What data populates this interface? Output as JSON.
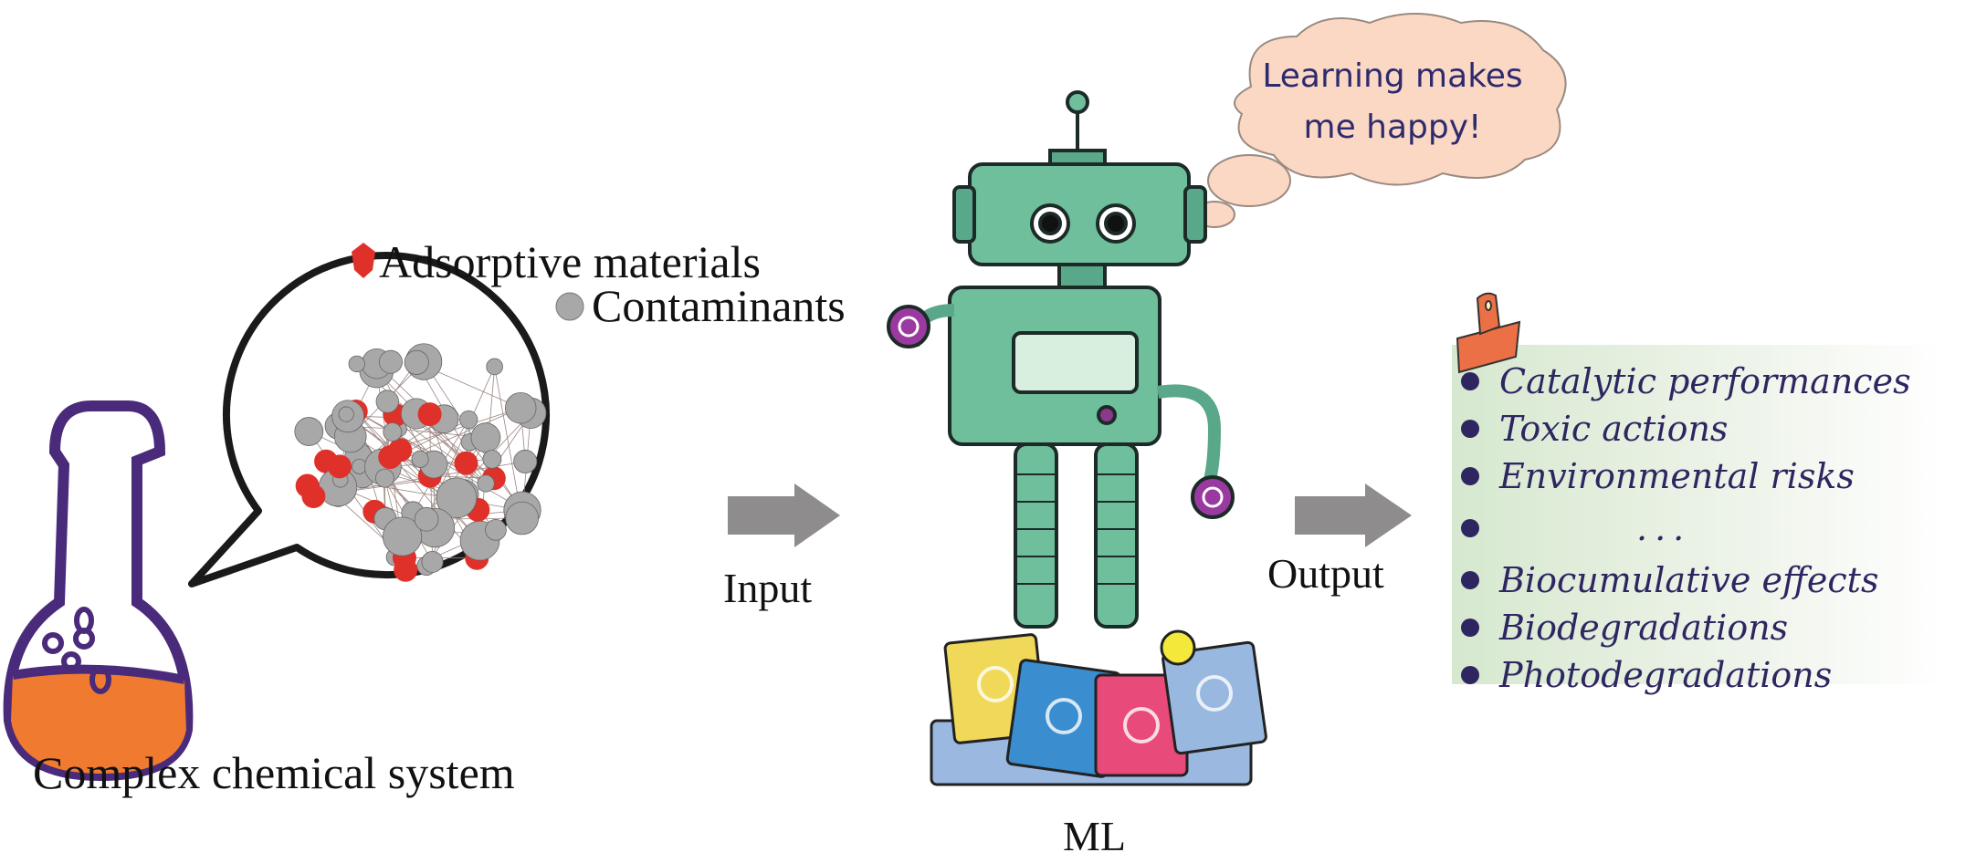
{
  "legend": {
    "adsorptive_label": "Adsorptive materials",
    "contaminants_label": "Contaminants"
  },
  "labels": {
    "system": "Complex chemical system",
    "input": "Input",
    "output": "Output",
    "ml": "ML"
  },
  "thought_bubble": {
    "line1": "Learning makes",
    "line2": "me happy!"
  },
  "outputs": [
    "Catalytic performances",
    "Toxic actions",
    "Environmental risks",
    "...",
    "Biocumulative effects",
    "Biodegradations",
    "Photodegradations"
  ],
  "colors": {
    "adsorptive": "#e0302a",
    "contaminant": "#a8a8a8",
    "flask_outline": "#4a2a7a",
    "flask_liquid": "#ef7a30",
    "robot": "#6fbf9c",
    "clip": "#ec7045",
    "list_text": "#2e2660",
    "arrow": "#8e8c8c",
    "bubble": "#fbd8c4"
  }
}
